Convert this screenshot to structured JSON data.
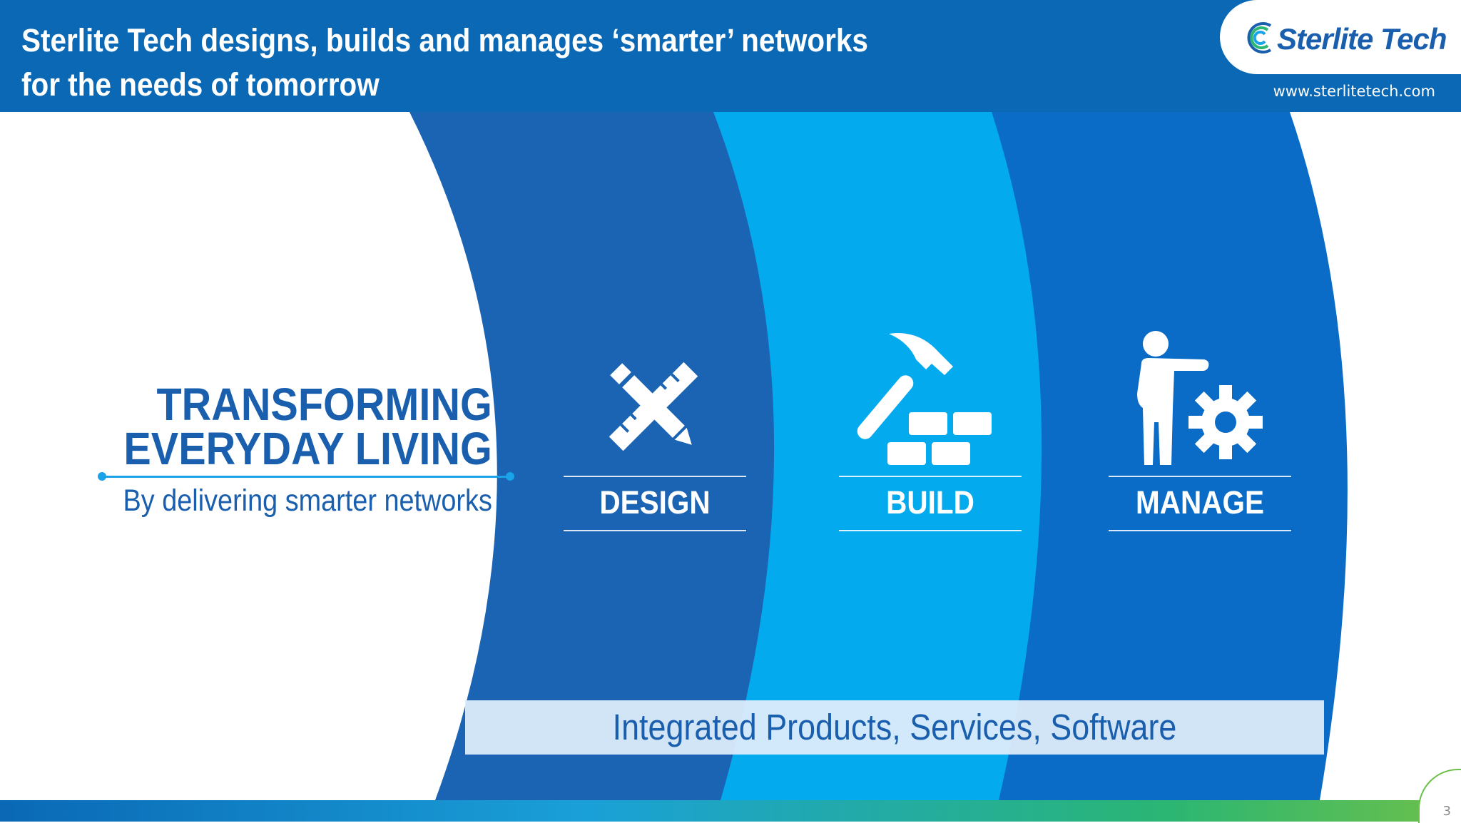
{
  "header": {
    "title_line1": "Sterlite Tech designs, builds and manages ‘smarter’ networks",
    "title_line2": "for the needs of tomorrow",
    "logo_text": "Sterlite Tech",
    "url": "www.sterlitetech.com"
  },
  "tagline": {
    "line1": "TRANSFORMING",
    "line2": "EVERYDAY LIVING",
    "subtitle": "By delivering smarter networks"
  },
  "stages": [
    {
      "label": "DESIGN",
      "icon": "pencil-ruler-icon"
    },
    {
      "label": "BUILD",
      "icon": "hammer-bricks-icon"
    },
    {
      "label": "MANAGE",
      "icon": "person-gear-icon"
    }
  ],
  "banner": {
    "text": "Integrated Products, Services, Software"
  },
  "footer": {
    "page_number": "3"
  },
  "colors": {
    "header_blue": "#0a68b5",
    "band_dark": "#1b64b3",
    "band_light": "#04aaee",
    "band_mid": "#0a6cc6",
    "text_blue": "#1a5fae",
    "accent_cyan": "#1aa3e8",
    "accent_green": "#6cc04a"
  }
}
